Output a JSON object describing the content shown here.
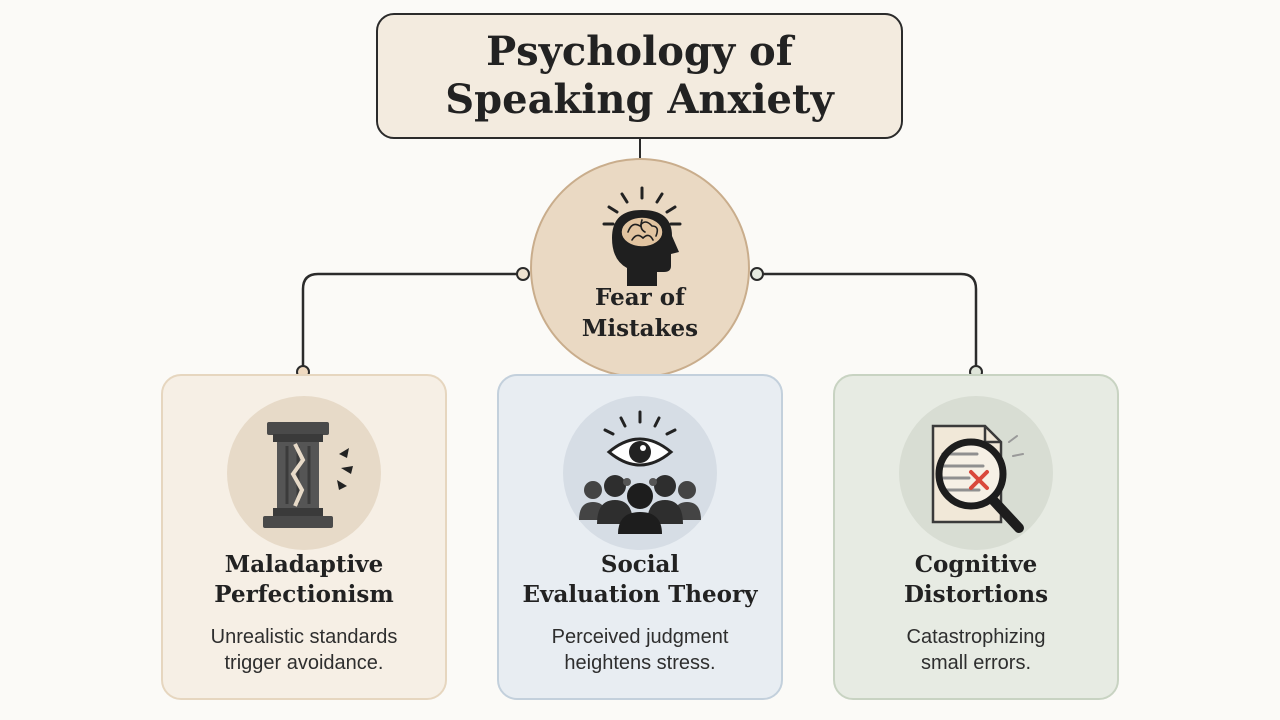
{
  "title": {
    "line1": "Psychology of",
    "line2": "Speaking Anxiety"
  },
  "center": {
    "line1": "Fear of",
    "line2": "Mistakes",
    "icon": "head-brain-icon"
  },
  "cards": [
    {
      "title_line1": "Maladaptive",
      "title_line2": "Perfectionism",
      "desc_line1": "Unrealistic standards",
      "desc_line2": "trigger avoidance.",
      "icon": "broken-pillar-icon"
    },
    {
      "title_line1": "Social",
      "title_line2": "Evaluation Theory",
      "desc_line1": "Perceived judgment",
      "desc_line2": "heightens stress.",
      "icon": "eye-audience-icon"
    },
    {
      "title_line1": "Cognitive",
      "title_line2": "Distortions",
      "desc_line1": "Catastrophizing",
      "desc_line2": "small errors.",
      "icon": "magnifier-document-icon"
    }
  ],
  "colors": {
    "background": "#fbfaf7",
    "title_fill": "#f3ebdf",
    "center_fill": "#ead9c3",
    "card1_fill": "#f6efe5",
    "card2_fill": "#e8edf2",
    "card3_fill": "#e7ebe3",
    "connector": "#2b2b2b",
    "error_mark": "#d9483b"
  }
}
